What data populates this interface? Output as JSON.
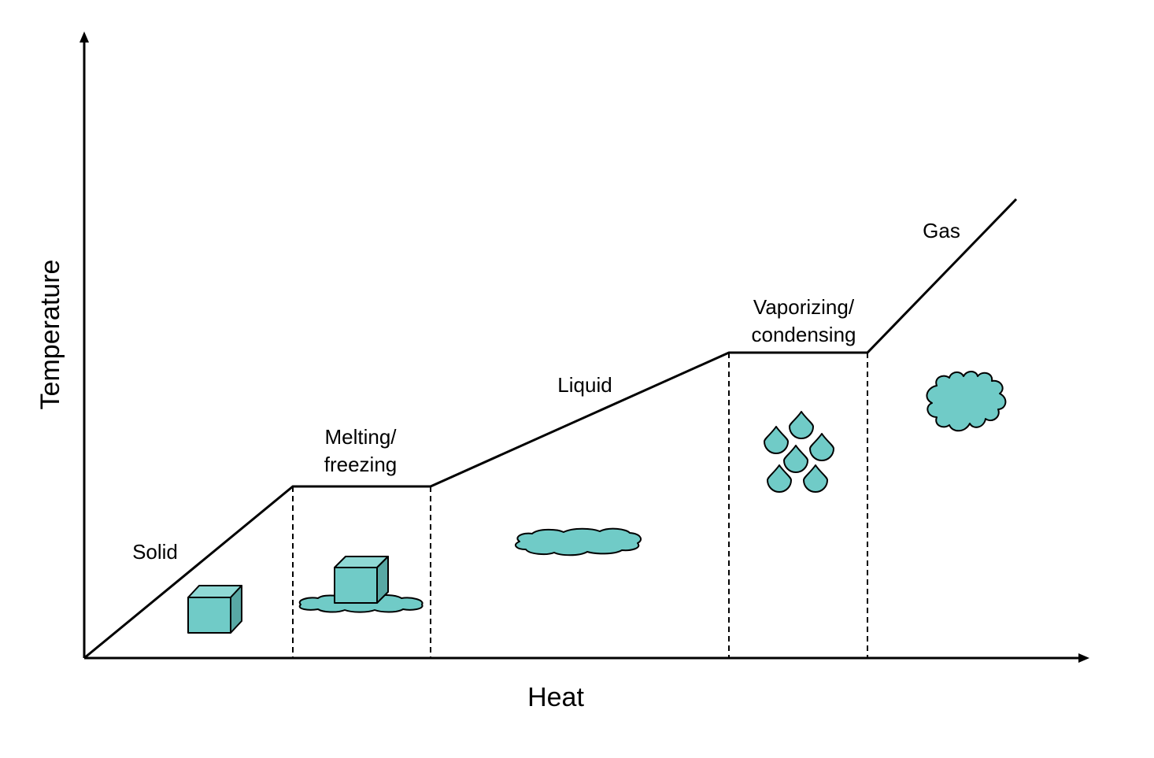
{
  "axes": {
    "x_label": "Heat",
    "y_label": "Temperature"
  },
  "phases": [
    {
      "id": "solid",
      "label": "Solid",
      "icon": "ice-cube-icon"
    },
    {
      "id": "melting",
      "label_line1": "Melting/",
      "label_line2": "freezing",
      "icon": "melting-cube-icon"
    },
    {
      "id": "liquid",
      "label": "Liquid",
      "icon": "puddle-icon"
    },
    {
      "id": "vaporizing",
      "label_line1": "Vaporizing/",
      "label_line2": "condensing",
      "icon": "droplets-icon"
    },
    {
      "id": "gas",
      "label": "Gas",
      "icon": "cloud-icon"
    }
  ],
  "colors": {
    "line": "#000000",
    "icon_fill": "#70cbc7",
    "icon_fill_dark": "#58a8a4",
    "icon_fill_light": "#8fd9d5",
    "background": "#ffffff"
  }
}
